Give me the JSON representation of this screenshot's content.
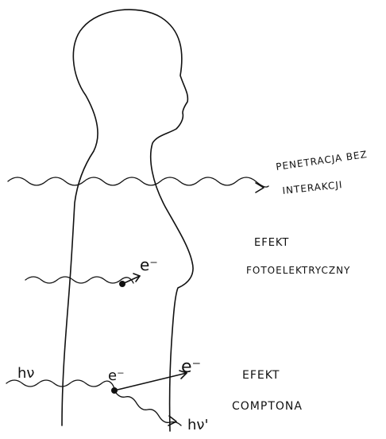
{
  "labels": {
    "penetration_line1": "PENETRACJA BEZ",
    "penetration_line2": "INTERAKCJI",
    "photo_line1": "EFEKT",
    "photo_line2": "FOTOELEKTRYCZNY",
    "compton_line1": "EFEKT",
    "compton_line2": "COMPTONA",
    "electron_photo": "e⁻",
    "electron_compton_1": "e⁻",
    "electron_compton_2": "e⁻",
    "photon_in": "hν",
    "photon_out": "hν'"
  }
}
